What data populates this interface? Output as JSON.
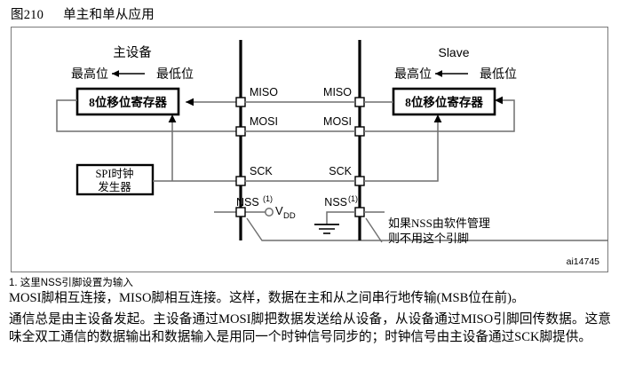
{
  "figure": {
    "number": "图210",
    "title": "单主和单从应用",
    "id_code": "ai14745",
    "master": {
      "device_label": "主设备",
      "msb_label": "最高位",
      "lsb_label": "最低位",
      "shift_register_label": "8位移位寄存器",
      "clock_gen_line1": "SPI时钟",
      "clock_gen_line2": "发生器",
      "pins": {
        "miso": "MISO",
        "mosi": "MOSI",
        "sck": "SCK",
        "nss": "NSS",
        "nss_note_marker": "(1)",
        "vdd": "V",
        "vdd_sub": "DD"
      }
    },
    "slave": {
      "device_label": "Slave",
      "msb_label": "最高位",
      "lsb_label": "最低位",
      "shift_register_label": "8位移位寄存器",
      "pins": {
        "miso": "MISO",
        "mosi": "MOSI",
        "sck": "SCK",
        "nss": "NSS",
        "nss_note_marker": "(1)"
      }
    },
    "annotation": {
      "line1": "如果NSS由软件管理",
      "line2": "则不用这个引脚"
    },
    "colors": {
      "frame": "#7a7a7a",
      "wire": "#6f6f6f",
      "bus": "#000000",
      "box_border": "#000000",
      "text": "#000000"
    }
  },
  "footnote": "1. 这里NSS引脚设置为输入",
  "body": {
    "paragraph1": "MOSI脚相互连接，MISO脚相互连接。这样，数据在主和从之间串行地传输(MSB位在前)。",
    "paragraph2": "通信总是由主设备发起。主设备通过MOSI脚把数据发送给从设备，从设备通过MISO引脚回传数据。这意味全双工通信的数据输出和数据输入是用同一个时钟信号同步的；时钟信号由主设备通过SCK脚提供。"
  }
}
